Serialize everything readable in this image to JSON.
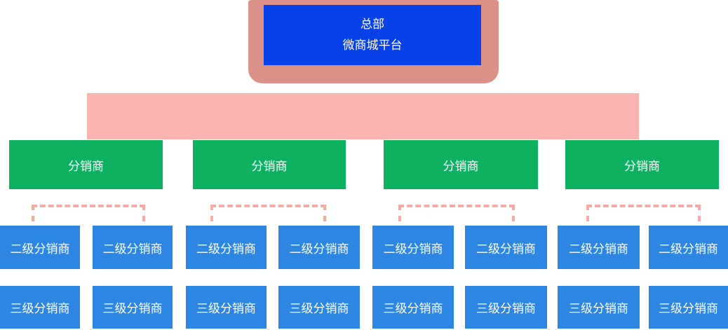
{
  "diagram": {
    "title_semantic": "distribution-hierarchy-org-chart",
    "root": {
      "line1": "总部",
      "line2": "微商城平台"
    },
    "level1": {
      "items": [
        {
          "label": "分销商"
        },
        {
          "label": "分销商"
        },
        {
          "label": "分销商"
        },
        {
          "label": "分销商"
        }
      ]
    },
    "level2": {
      "items": [
        {
          "label": "二级分销商"
        },
        {
          "label": "二级分销商"
        },
        {
          "label": "二级分销商"
        },
        {
          "label": "二级分销商"
        },
        {
          "label": "二级分销商"
        },
        {
          "label": "二级分销商"
        },
        {
          "label": "二级分销商"
        },
        {
          "label": "二级分销商"
        }
      ]
    },
    "level3": {
      "items": [
        {
          "label": "三级分销商"
        },
        {
          "label": "三级分销商"
        },
        {
          "label": "三级分销商"
        },
        {
          "label": "三级分销商"
        },
        {
          "label": "三级分销商"
        },
        {
          "label": "三级分销商"
        },
        {
          "label": "三级分销商"
        },
        {
          "label": "三级分销商"
        }
      ]
    },
    "colors": {
      "root_panel_salmon": "#DB9187",
      "root_box_blue": "#0841E8",
      "connector_bar_pink": "#FBB4B1",
      "bracket_dashed_pink": "#F6ABA6",
      "distributor_green": "#0DB161",
      "sub_distributor_blue": "#2E86E3",
      "text_white": "#FFFFFF"
    }
  }
}
